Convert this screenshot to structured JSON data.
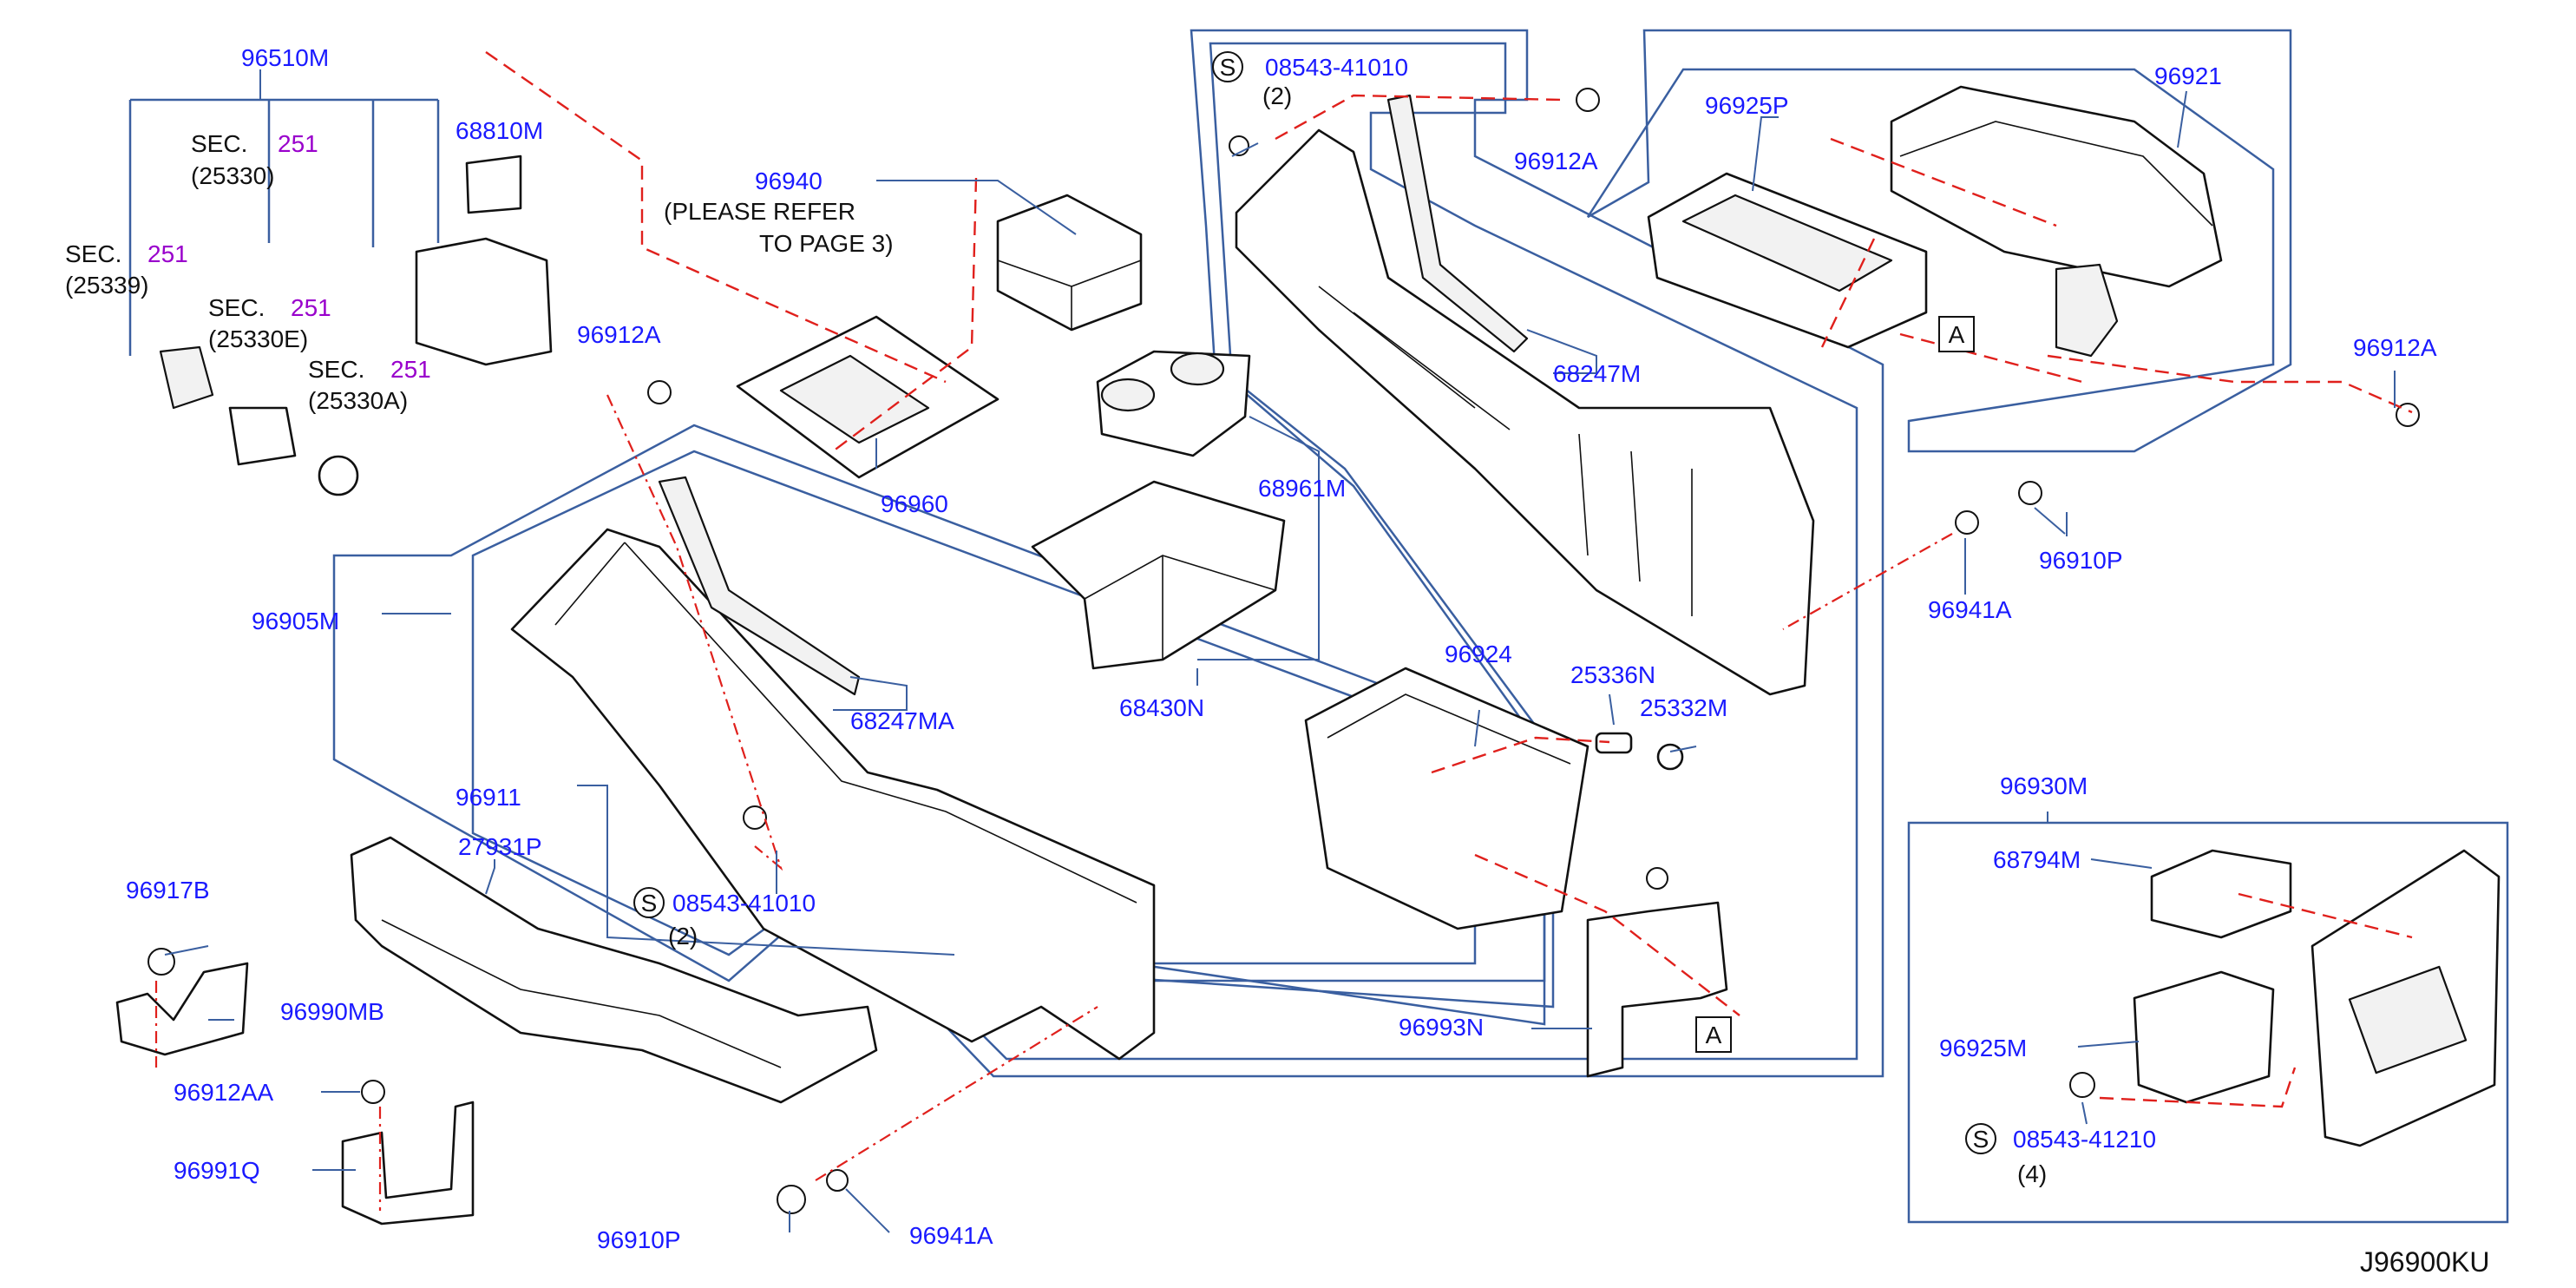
{
  "diagram_code": "J96900KU",
  "labels": {
    "p96510M": "96510M",
    "sec251_a": "SEC.",
    "sec251_a_num": "251",
    "sec251_a_sub": "(25330)",
    "sec251_b": "SEC.",
    "sec251_b_num": "251",
    "sec251_b_sub": "(25339)",
    "sec251_c": "SEC.",
    "sec251_c_num": "251",
    "sec251_c_sub": "(25330E)",
    "sec251_d": "SEC.",
    "sec251_d_num": "251",
    "sec251_d_sub": "(25330A)",
    "p68810M": "68810M",
    "p96940": "96940",
    "please_refer": "(PLEASE   REFER",
    "to_page": "TO   PAGE   3)",
    "p96912A_1": "96912A",
    "p96960": "96960",
    "p68961M": "68961M",
    "p96905M": "96905M",
    "p68247MA": "68247MA",
    "p68430N": "68430N",
    "p96911": "96911",
    "p27931P": "27931P",
    "s_08543_41010_a": "08543-41010",
    "s_qty_a": "(2)",
    "p96917B": "96917B",
    "p96990MB": "96990MB",
    "p96912AA": "96912AA",
    "p96991Q": "96991Q",
    "p96910P_1": "96910P",
    "p96941A_1": "96941A",
    "s_08543_41010_b": "08543-41010",
    "s_qty_b": "(2)",
    "p96912A_2": "96912A",
    "p68247M": "68247M",
    "p96925P": "96925P",
    "p96921": "96921",
    "p96912A_3": "96912A",
    "p96910P_2": "96910P",
    "p96941A_2": "96941A",
    "p96924": "96924",
    "p25336N": "25336N",
    "p25332M": "25332M",
    "p96993N": "96993N",
    "p96930M": "96930M",
    "p68794M": "68794M",
    "p96925M": "96925M",
    "s_08543_41210": "08543-41210",
    "s_qty_c": "(4)",
    "box_A_1": "A",
    "box_A_2": "A",
    "s_symbol": "S"
  },
  "colors": {
    "label_blue": "#1a1aff",
    "section_purple": "#9900cc",
    "frame_blue": "#3a5fa0",
    "dash_red": "#e0201c",
    "outline_black": "#111111"
  }
}
